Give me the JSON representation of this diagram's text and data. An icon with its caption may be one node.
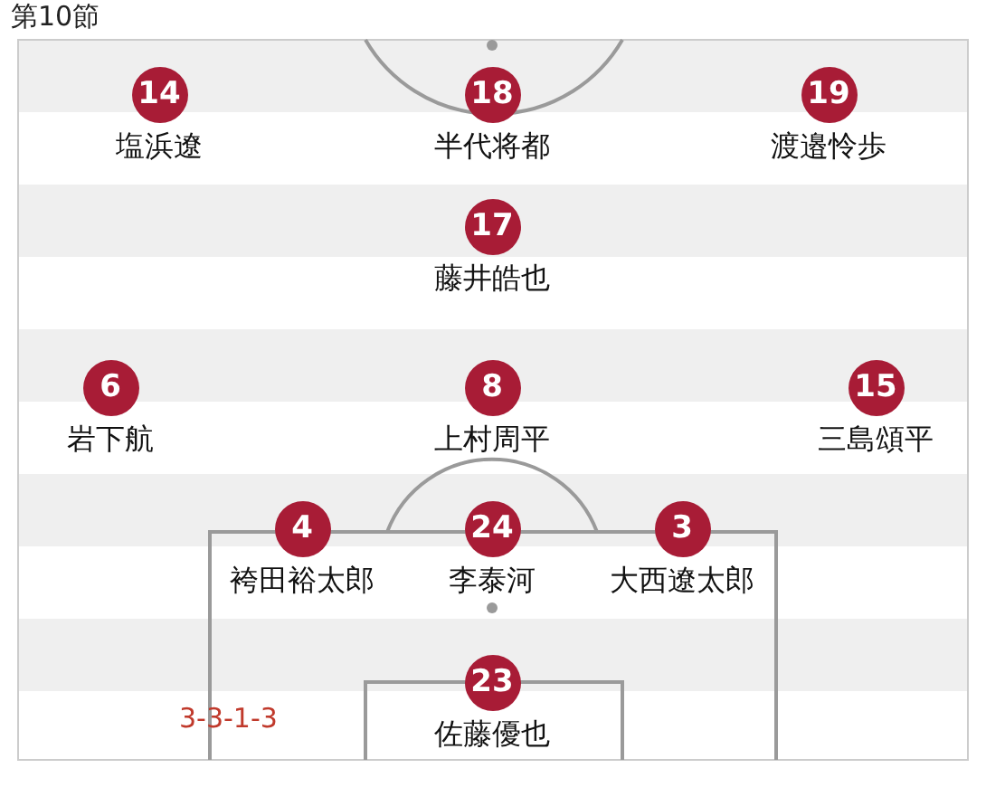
{
  "diagram": {
    "title": "第10節",
    "nodes": [
      {
        "text": [
          "14",
          "塩浜遼"
        ]
      },
      {
        "text": [
          "18",
          "半代将都"
        ]
      },
      {
        "text": [
          "19",
          "渡邉怜歩"
        ]
      },
      {
        "text": [
          "17",
          "藤井皓也"
        ]
      },
      {
        "text": [
          "6",
          "岩下航"
        ]
      },
      {
        "text": [
          "8",
          "上村周平"
        ]
      },
      {
        "text": [
          "15",
          "三島頌平"
        ]
      },
      {
        "text": [
          "4",
          "袴田裕太郎"
        ]
      },
      {
        "text": [
          "24",
          "李泰河"
        ]
      },
      {
        "text": [
          "3",
          "大西遼太郎"
        ]
      },
      {
        "text": [
          "23",
          "佐藤優也"
        ]
      }
    ],
    "labels": [
      "3-3-1-3"
    ]
  }
}
